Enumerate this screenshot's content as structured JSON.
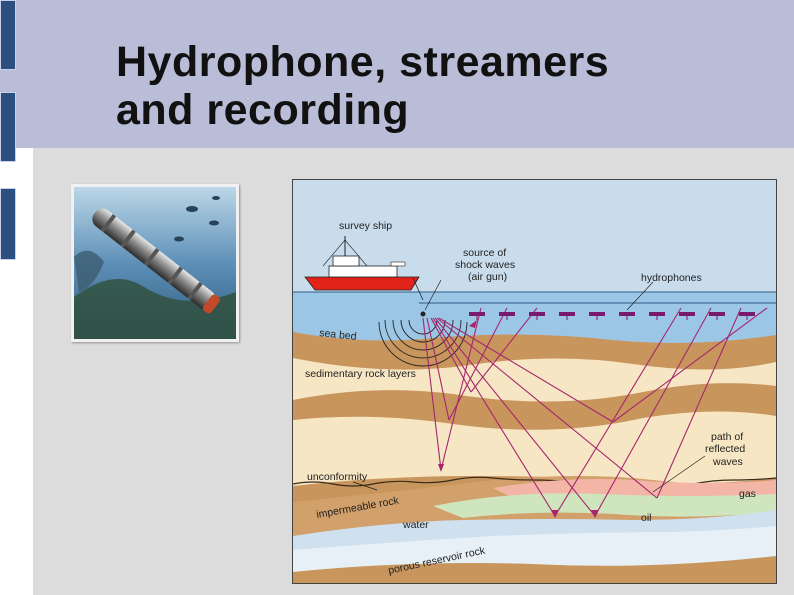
{
  "slide": {
    "title_line1": "Hydrophone,  streamers",
    "title_line2": "and recording",
    "colors": {
      "header_band": "#b9bdd8",
      "deco_bar": "#2a4f80",
      "content_bg": "#dcdcdc",
      "sea": "#9cc6e6",
      "rock_brown": "#c8955c",
      "rock_cream": "#f7e6c3",
      "ray": "#a6266e",
      "hydrophone_marker": "#7a1a6e",
      "gas": "#f3b5a6",
      "oil": "#cfe5bd",
      "water": "#cfe0ee"
    }
  },
  "photo": {
    "icon": "hydrophone-photo"
  },
  "diagram": {
    "labels": {
      "survey_ship": "survey ship",
      "source_line1": "source of",
      "source_line2": "shock waves",
      "source_line3": "(air gun)",
      "hydrophones": "hydrophones",
      "sea_bed": "sea bed",
      "sedimentary": "sedimentary rock layers",
      "path_line1": "path of",
      "path_line2": "reflected",
      "path_line3": "waves",
      "unconformity": "unconformity",
      "impermeable": "impermeable rock",
      "gas": "gas",
      "water": "water",
      "oil": "oil",
      "porous": "porous reservoir rock"
    }
  }
}
